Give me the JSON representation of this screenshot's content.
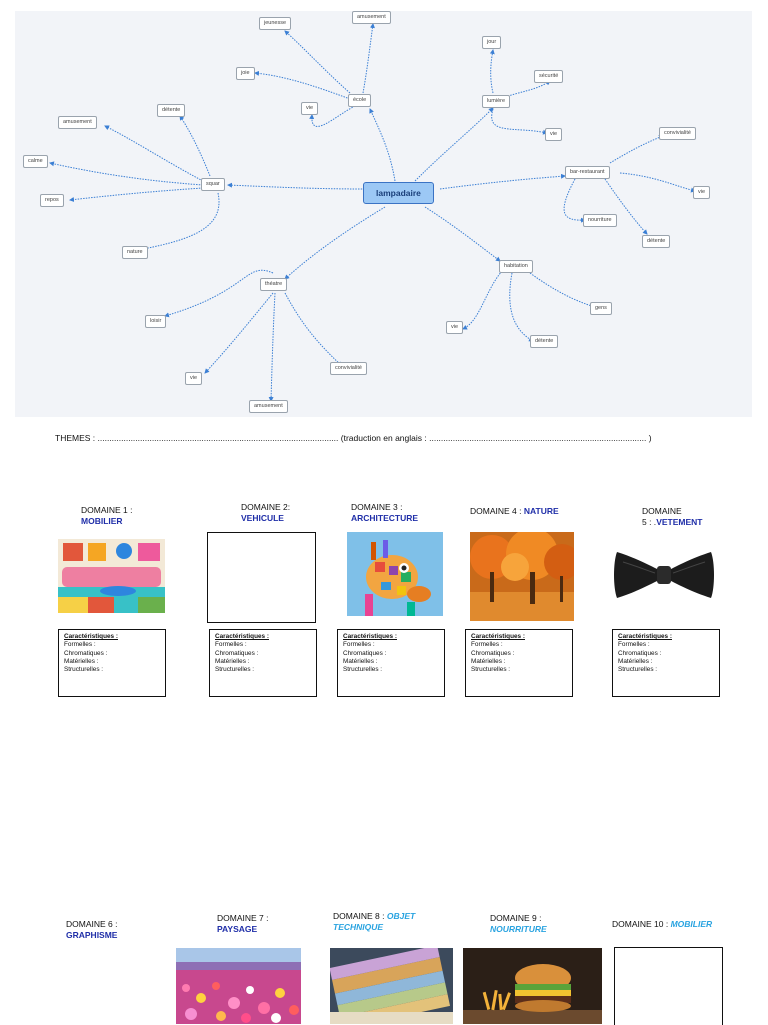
{
  "mindmap": {
    "central": "lampadaire",
    "nodes": {
      "square": "squar",
      "ecole": "école",
      "lumiere": "lumière",
      "bar": "bar-restaurant",
      "habitation": "habitation",
      "theatre": "théatre",
      "jeunesse": "jeunesse",
      "amusement_top": "amusement",
      "joie": "joie",
      "vie_ecole": "vie",
      "jour": "jour",
      "securite": "sécurité",
      "vie_lumiere": "vie",
      "convivialite_bar": "convivialité",
      "vie_bar": "vie",
      "nourriture": "nourriture",
      "detente_bar": "détente",
      "amusement_left": "amusement",
      "detente_square": "détente",
      "calme": "calme",
      "repos": "repos",
      "nature": "nature",
      "loisir": "loisir",
      "vie_theatre": "vie",
      "amusement_bottom": "amusement",
      "convivialite_theatre": "convivialité",
      "gens": "gens",
      "vie_habitation": "vie",
      "detente_habitation": "détente"
    }
  },
  "themes_line": "THEMES  : ......................................................................................................      (traduction en anglais : ............................................................................................ )",
  "characteristics": {
    "heading": "Caractéristiques :",
    "formelles": "Formelles :",
    "chromatiques": "Chromatiques :",
    "materielles": "Matérielles :",
    "structurelles": "Structurelles :"
  },
  "domains": {
    "d1": {
      "prefix": "DOMAINE 1 :",
      "name": "MOBILIER"
    },
    "d2": {
      "prefix": "DOMAINE 2:",
      "name": "VEHICULE"
    },
    "d3": {
      "prefix": "DOMAINE 3 :",
      "name": "ARCHITECTURE"
    },
    "d4": {
      "prefix": "DOMAINE 4 :",
      "name": "NATURE"
    },
    "d5": {
      "prefix": "DOMAINE",
      "prefix2": "5 : .",
      "name": "VETEMENT"
    },
    "d6": {
      "prefix": "DOMAINE 6 :",
      "name": "GRAPHISME"
    },
    "d7": {
      "prefix": "DOMAINE 7 :",
      "name": "PAYSAGE"
    },
    "d8": {
      "prefix": "DOMAINE 8 :",
      "name": "OBJET",
      "name2": "TECHNIQUE"
    },
    "d9": {
      "prefix": "DOMAINE 9 :",
      "name": "NOURRITURE"
    },
    "d10": {
      "prefix": "DOMAINE 10 :",
      "name": "MOBILIER"
    }
  },
  "colors": {
    "domain_keyword": "#1f2ea8",
    "domain_keyword_italic": "#29a3e0",
    "mindmap_link": "#3b7fd4",
    "central_fill": "#9cc8f5"
  }
}
